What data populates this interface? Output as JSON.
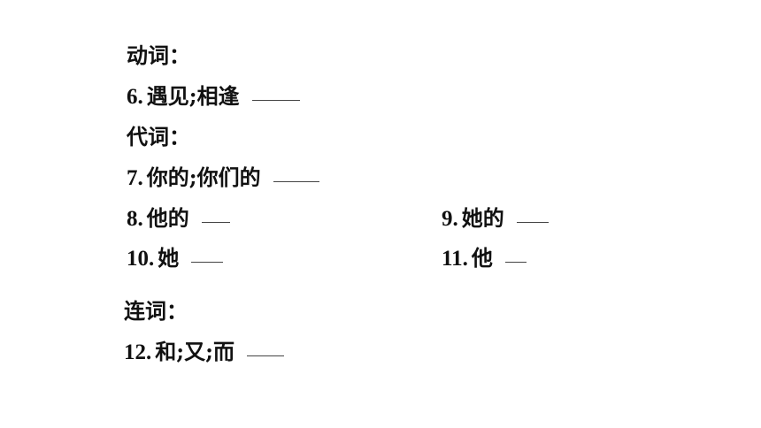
{
  "sections": {
    "verb_heading": "动词：",
    "pronoun_heading": "代词：",
    "conj_heading": "连词："
  },
  "items": {
    "i6": {
      "num": "6.",
      "text": "遇见;相逢"
    },
    "i7": {
      "num": "7.",
      "text": "你的;你们的"
    },
    "i8": {
      "num": "8.",
      "text": "他的"
    },
    "i9": {
      "num": "9.",
      "text": "她的"
    },
    "i10": {
      "num": "10.",
      "text": "她"
    },
    "i11": {
      "num": "11.",
      "text": "他"
    },
    "i12": {
      "num": "12.",
      "text": "和;又;而"
    }
  }
}
